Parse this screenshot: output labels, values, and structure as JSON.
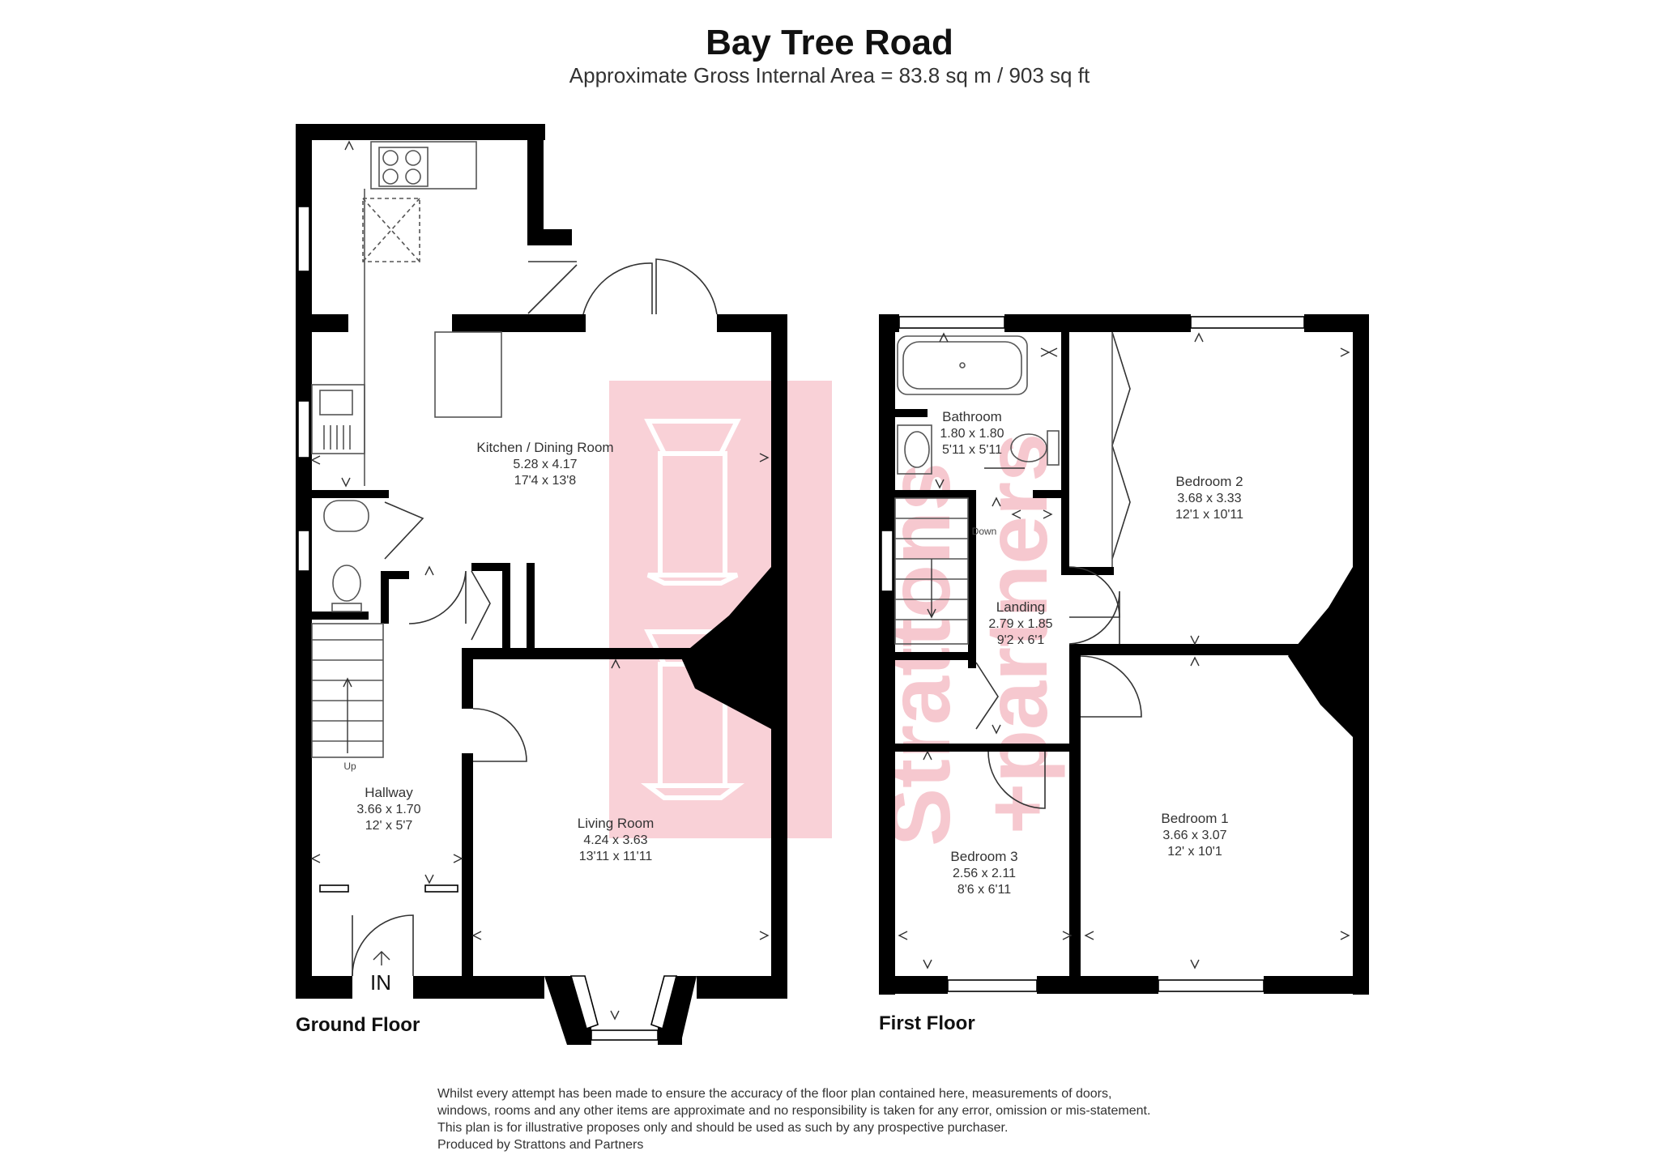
{
  "title": "Bay Tree Road",
  "subtitle": "Approximate Gross Internal Area = 83.8 sq m / 903 sq ft",
  "watermark": {
    "brand_line1": "Strattons",
    "brand_line2": "+partners",
    "color": "#f5b7c0"
  },
  "floors": {
    "ground": {
      "label": "Ground Floor",
      "entrance": "IN",
      "stairs_label": "Up",
      "rooms": [
        {
          "name": "Kitchen / Dining Room",
          "metric": "5.28 x 4.17",
          "imperial": "17'4 x 13'8"
        },
        {
          "name": "Living Room",
          "metric": "4.24 x 3.63",
          "imperial": "13'11 x 11'11"
        },
        {
          "name": "Hallway",
          "metric": "3.66 x 1.70",
          "imperial": "12' x 5'7"
        }
      ]
    },
    "first": {
      "label": "First Floor",
      "stairs_label": "Down",
      "rooms": [
        {
          "name": "Bathroom",
          "metric": "1.80 x 1.80",
          "imperial": "5'11 x 5'11"
        },
        {
          "name": "Bedroom 2",
          "metric": "3.68 x 3.33",
          "imperial": "12'1 x 10'11"
        },
        {
          "name": "Landing",
          "metric": "2.79 x 1.85",
          "imperial": "9'2 x 6'1"
        },
        {
          "name": "Bedroom 1",
          "metric": "3.66 x 3.07",
          "imperial": "12' x 10'1"
        },
        {
          "name": "Bedroom 3",
          "metric": "2.56 x 2.11",
          "imperial": "8'6 x 6'11"
        }
      ]
    }
  },
  "disclaimer": [
    "Whilst every attempt has been made to ensure the accuracy of the floor plan contained here, measurements of doors,",
    "windows, rooms and any other items are approximate and no responsibility is taken for any error, omission or mis-statement.",
    "This plan is for illustrative proposes only and should be used as such by any prospective purchaser.",
    "Produced by Strattons and Partners"
  ]
}
